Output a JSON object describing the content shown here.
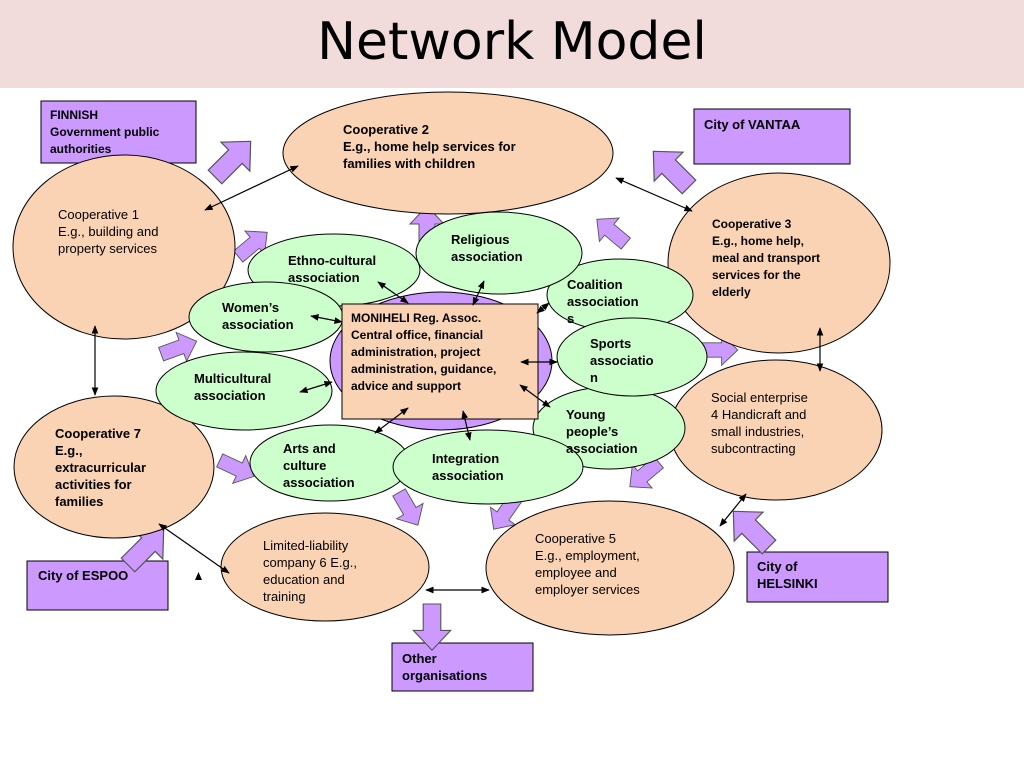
{
  "title": "Network Model",
  "colors": {
    "title_bar": "#f2dcdb",
    "cooperative_fill": "#fad3b5",
    "association_fill": "#ccffcc",
    "authority_fill": "#cc99ff",
    "center_fill": "#fad3b5",
    "center_ring": "#cc99ff",
    "outline": "#000000"
  },
  "nodes": {
    "finnish_gov": "FINNISH\nGovernment public\nauthorities",
    "vantaa": "City of VANTAA",
    "espoo": "City of ESPOO",
    "helsinki": "City of\nHELSINKI",
    "other_orgs": "Other\norganisations",
    "coop1": "Cooperative 1\nE.g., building and\nproperty services",
    "coop2": "Cooperative 2\nE.g., home help services for\nfamilies with children",
    "coop3": "Cooperative 3\nE.g., home help,\nmeal and transport\nservices for the\nelderly",
    "coop5": "Cooperative 5\nE.g., employment,\nemployee and\nemployer services",
    "coop7": "Cooperative 7\nE.g.,\nextracurricular\nactivities for\nfamilies",
    "llc6": "Limited-liability\ncompany 6 E.g.,\neducation and\ntraining",
    "social4": "Social enterprise\n4 Handicraft and\nsmall industries,\nsubcontracting",
    "ethno": "Ethno-cultural\nassociation",
    "religious": "Religious\nassociation",
    "coalition": "Coalition\nassociation\ns",
    "womens": "Women’s\nassociation",
    "sports": "Sports\nassociatio\nn",
    "multicultural": "Multicultural\nassociation",
    "young": "Young\npeople’s\nassociation",
    "arts": "Arts and\nculture\nassociation",
    "integration": "Integration\nassociation",
    "moniheli": "MONIHELI Reg. Assoc.\nCentral office, financial\nadministration, project\nadministration, guidance,\nadvice and support"
  }
}
